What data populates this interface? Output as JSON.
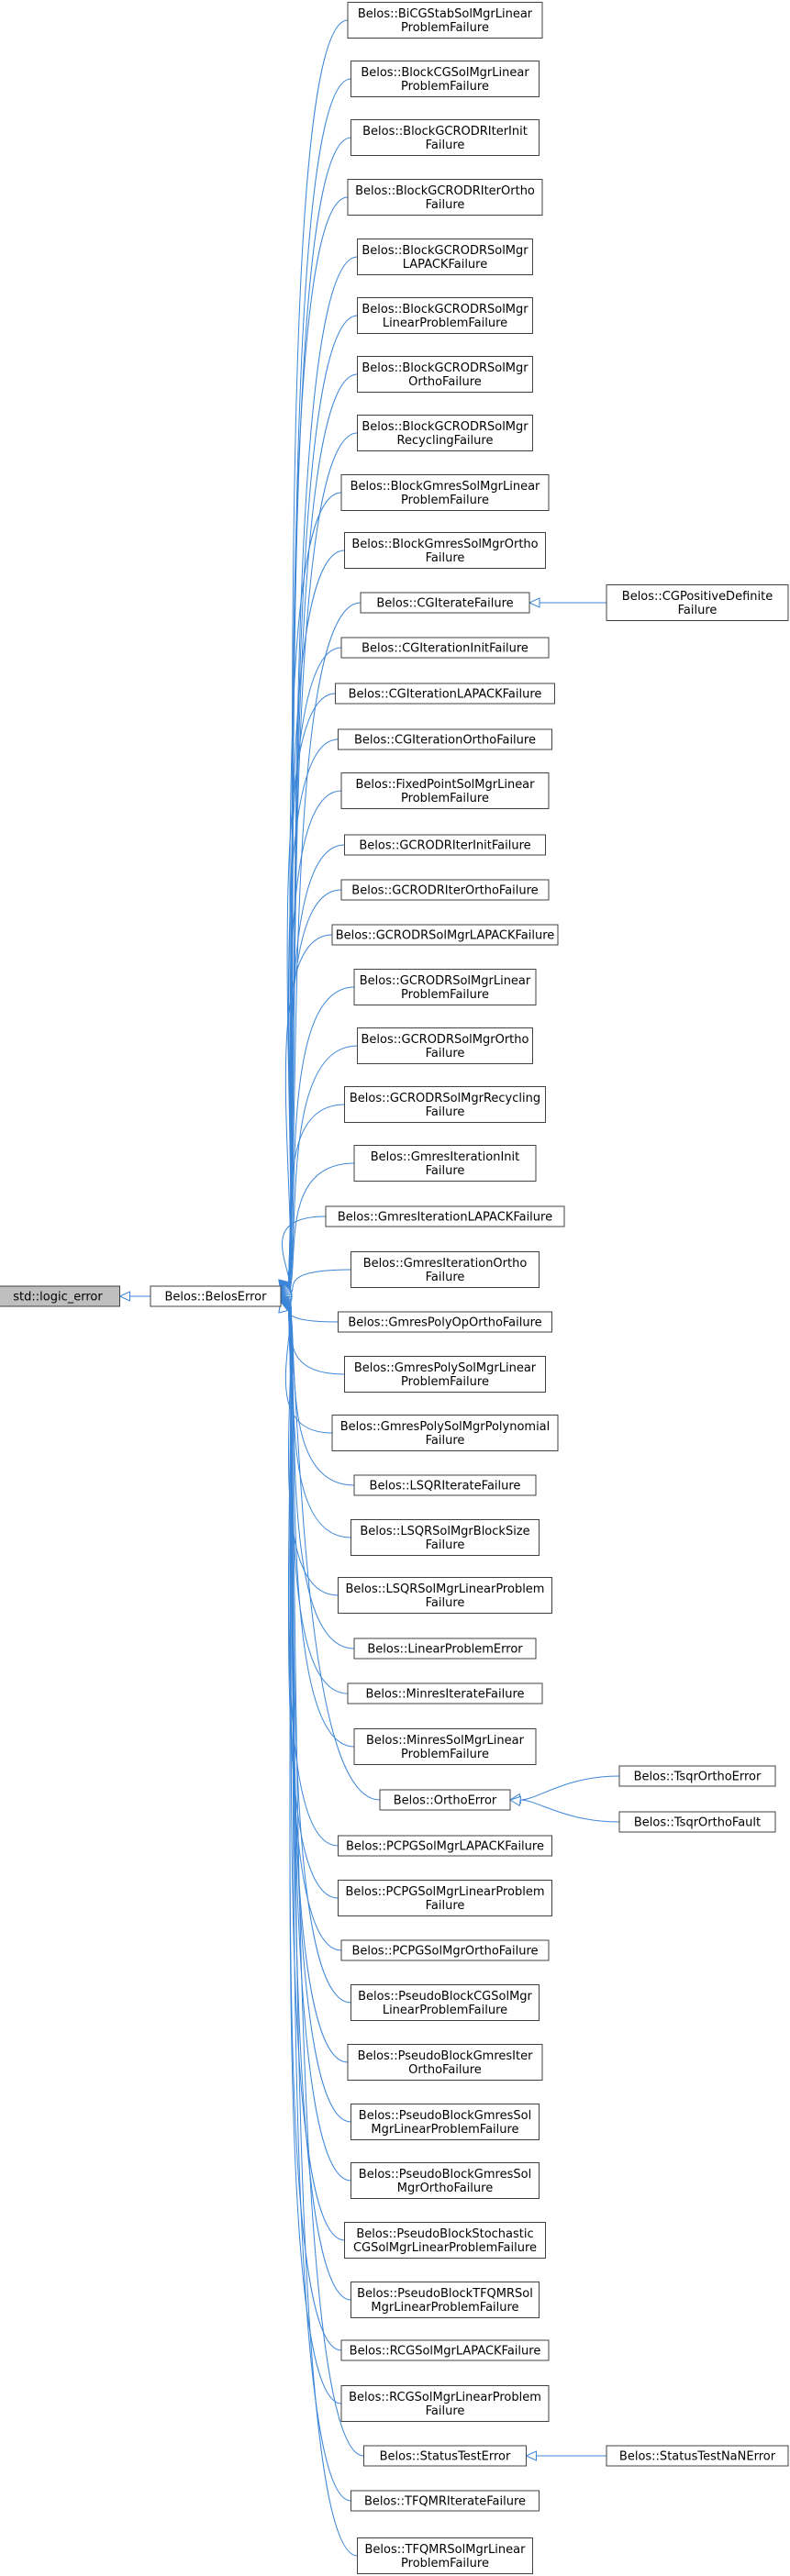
{
  "diagram": {
    "colors": {
      "edge": "#3c86d8",
      "node_border": "#404040",
      "node_fill": "#ffffff",
      "root_fill": "#bfbfbf",
      "text": "#000000"
    },
    "root": {
      "lines": [
        "std::logic_error"
      ]
    },
    "base": {
      "lines": [
        "Belos::BelosError"
      ]
    },
    "children": [
      {
        "id": "bicgstab",
        "lines": [
          "Belos::BiCGStabSolMgrLinear",
          "ProblemFailure"
        ]
      },
      {
        "id": "blockcg",
        "lines": [
          "Belos::BlockCGSolMgrLinear",
          "ProblemFailure"
        ]
      },
      {
        "id": "bgcrodr-init",
        "lines": [
          "Belos::BlockGCRODRIterInit",
          "Failure"
        ]
      },
      {
        "id": "bgcrodr-ortho",
        "lines": [
          "Belos::BlockGCRODRIterOrtho",
          "Failure"
        ]
      },
      {
        "id": "bgcrodr-lapack",
        "lines": [
          "Belos::BlockGCRODRSolMgr",
          "LAPACKFailure"
        ]
      },
      {
        "id": "bgcrodr-lp",
        "lines": [
          "Belos::BlockGCRODRSolMgr",
          "LinearProblemFailure"
        ]
      },
      {
        "id": "bgcrodr-orthof",
        "lines": [
          "Belos::BlockGCRODRSolMgr",
          "OrthoFailure"
        ]
      },
      {
        "id": "bgcrodr-rec",
        "lines": [
          "Belos::BlockGCRODRSolMgr",
          "RecyclingFailure"
        ]
      },
      {
        "id": "bgmres-lp",
        "lines": [
          "Belos::BlockGmresSolMgrLinear",
          "ProblemFailure"
        ]
      },
      {
        "id": "bgmres-ortho",
        "lines": [
          "Belos::BlockGmresSolMgrOrtho",
          "Failure"
        ]
      },
      {
        "id": "cgiterate",
        "lines": [
          "Belos::CGIterateFailure"
        ]
      },
      {
        "id": "cginit",
        "lines": [
          "Belos::CGIterationInitFailure"
        ]
      },
      {
        "id": "cglapack",
        "lines": [
          "Belos::CGIterationLAPACKFailure"
        ]
      },
      {
        "id": "cgortho",
        "lines": [
          "Belos::CGIterationOrthoFailure"
        ]
      },
      {
        "id": "fixedpoint",
        "lines": [
          "Belos::FixedPointSolMgrLinear",
          "ProblemFailure"
        ]
      },
      {
        "id": "gcrodr-init",
        "lines": [
          "Belos::GCRODRIterInitFailure"
        ]
      },
      {
        "id": "gcrodr-ortho",
        "lines": [
          "Belos::GCRODRIterOrthoFailure"
        ]
      },
      {
        "id": "gcrodr-lapack",
        "lines": [
          "Belos::GCRODRSolMgrLAPACKFailure"
        ]
      },
      {
        "id": "gcrodr-lp",
        "lines": [
          "Belos::GCRODRSolMgrLinear",
          "ProblemFailure"
        ]
      },
      {
        "id": "gcrodr-orthof",
        "lines": [
          "Belos::GCRODRSolMgrOrtho",
          "Failure"
        ]
      },
      {
        "id": "gcrodr-rec",
        "lines": [
          "Belos::GCRODRSolMgrRecycling",
          "Failure"
        ]
      },
      {
        "id": "gmres-init",
        "lines": [
          "Belos::GmresIterationInit",
          "Failure"
        ]
      },
      {
        "id": "gmres-lapack",
        "lines": [
          "Belos::GmresIterationLAPACKFailure"
        ]
      },
      {
        "id": "gmres-ortho",
        "lines": [
          "Belos::GmresIterationOrtho",
          "Failure"
        ]
      },
      {
        "id": "gmrespoly-op",
        "lines": [
          "Belos::GmresPolyOpOrthoFailure"
        ]
      },
      {
        "id": "gmrespoly-lp",
        "lines": [
          "Belos::GmresPolySolMgrLinear",
          "ProblemFailure"
        ]
      },
      {
        "id": "gmrespoly-poly",
        "lines": [
          "Belos::GmresPolySolMgrPolynomial",
          "Failure"
        ]
      },
      {
        "id": "lsqr-iter",
        "lines": [
          "Belos::LSQRIterateFailure"
        ]
      },
      {
        "id": "lsqr-block",
        "lines": [
          "Belos::LSQRSolMgrBlockSize",
          "Failure"
        ]
      },
      {
        "id": "lsqr-lp",
        "lines": [
          "Belos::LSQRSolMgrLinearProblem",
          "Failure"
        ]
      },
      {
        "id": "lp-error",
        "lines": [
          "Belos::LinearProblemError"
        ]
      },
      {
        "id": "minres-iter",
        "lines": [
          "Belos::MinresIterateFailure"
        ]
      },
      {
        "id": "minres-lp",
        "lines": [
          "Belos::MinresSolMgrLinear",
          "ProblemFailure"
        ]
      },
      {
        "id": "ortho-error",
        "lines": [
          "Belos::OrthoError"
        ]
      },
      {
        "id": "pcpg-lapack",
        "lines": [
          "Belos::PCPGSolMgrLAPACKFailure"
        ]
      },
      {
        "id": "pcpg-lp",
        "lines": [
          "Belos::PCPGSolMgrLinearProblem",
          "Failure"
        ]
      },
      {
        "id": "pcpg-ortho",
        "lines": [
          "Belos::PCPGSolMgrOrthoFailure"
        ]
      },
      {
        "id": "pbcg-lp",
        "lines": [
          "Belos::PseudoBlockCGSolMgr",
          "LinearProblemFailure"
        ]
      },
      {
        "id": "pbgmres-iter",
        "lines": [
          "Belos::PseudoBlockGmresIter",
          "OrthoFailure"
        ]
      },
      {
        "id": "pbgmres-lp",
        "lines": [
          "Belos::PseudoBlockGmresSol",
          "MgrLinearProblemFailure"
        ]
      },
      {
        "id": "pbgmres-ortho",
        "lines": [
          "Belos::PseudoBlockGmresSol",
          "MgrOrthoFailure"
        ]
      },
      {
        "id": "pbstoch",
        "lines": [
          "Belos::PseudoBlockStochastic",
          "CGSolMgrLinearProblemFailure"
        ]
      },
      {
        "id": "pbtfqmr",
        "lines": [
          "Belos::PseudoBlockTFQMRSol",
          "MgrLinearProblemFailure"
        ]
      },
      {
        "id": "rcg-lapack",
        "lines": [
          "Belos::RCGSolMgrLAPACKFailure"
        ]
      },
      {
        "id": "rcg-lp",
        "lines": [
          "Belos::RCGSolMgrLinearProblem",
          "Failure"
        ]
      },
      {
        "id": "status-test",
        "lines": [
          "Belos::StatusTestError"
        ]
      },
      {
        "id": "tfqmr-iter",
        "lines": [
          "Belos::TFQMRIterateFailure"
        ]
      },
      {
        "id": "tfqmr-lp",
        "lines": [
          "Belos::TFQMRSolMgrLinear",
          "ProblemFailure"
        ]
      }
    ],
    "grandchildren": [
      {
        "id": "cgposdef",
        "parent": "cgiterate",
        "lines": [
          "Belos::CGPositiveDefinite",
          "Failure"
        ]
      },
      {
        "id": "tsqr-error",
        "parent": "ortho-error",
        "lines": [
          "Belos::TsqrOrthoError"
        ]
      },
      {
        "id": "tsqr-fault",
        "parent": "ortho-error",
        "lines": [
          "Belos::TsqrOrthoFault"
        ]
      },
      {
        "id": "statustest-nan",
        "parent": "status-test",
        "lines": [
          "Belos::StatusTestNaNError"
        ]
      }
    ]
  }
}
